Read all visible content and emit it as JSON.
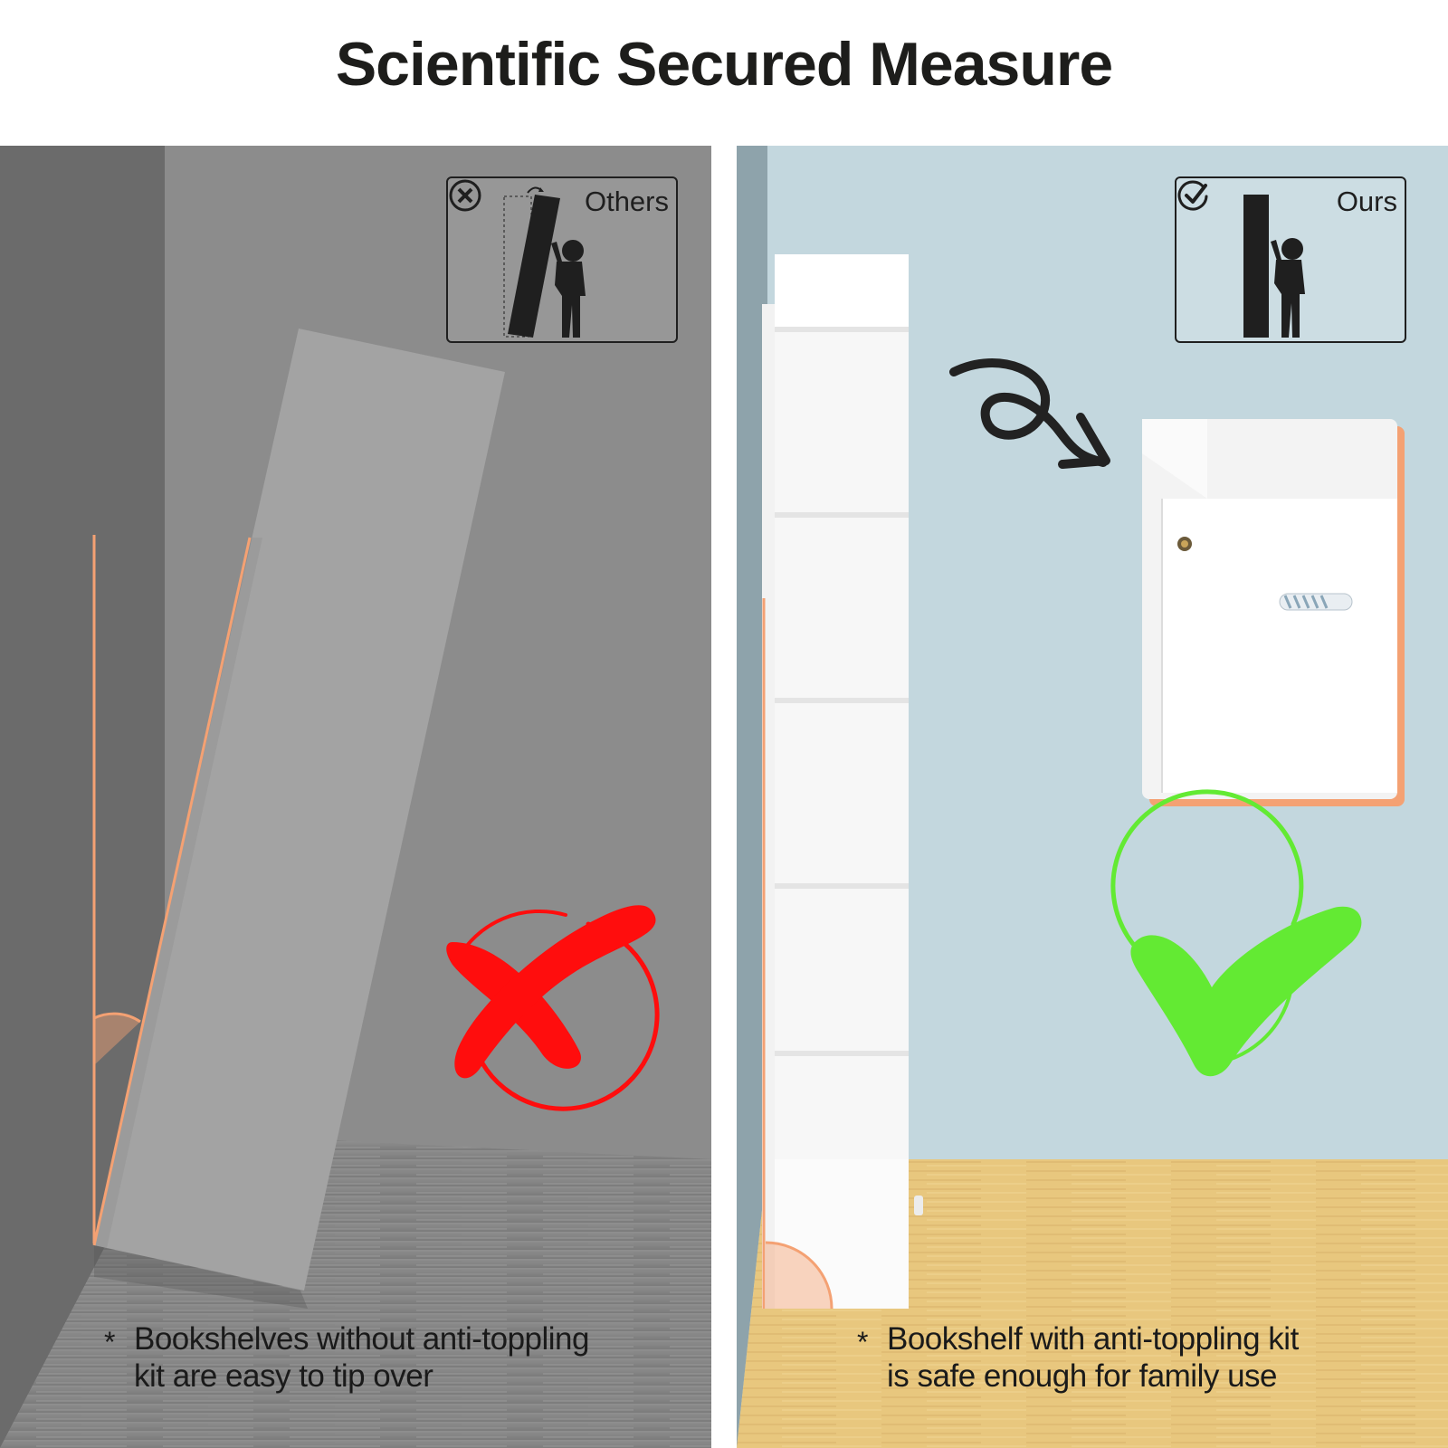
{
  "title": "Scientific Secured Measure",
  "left_panel": {
    "legend_label": "Others",
    "legend_icon": "x-circle-icon",
    "result_icon": "red-cross-icon",
    "caption_bullet": "*",
    "caption_line1": "Bookshelves without anti-toppling",
    "caption_line2": "kit are easy to tip over"
  },
  "right_panel": {
    "legend_label": "Ours",
    "legend_icon": "check-circle-icon",
    "result_icon": "green-check-icon",
    "caption_bullet": "*",
    "caption_line1": "Bookshelf with anti-toppling kit",
    "caption_line2": "is safe enough for family use"
  },
  "colors": {
    "accent_orange": "#f4a173",
    "cross_red": "#ff0d0d",
    "check_green": "#63ea33",
    "wall_grey": "#8a8a8a",
    "wall_blue": "#c3d7de",
    "floor_wood": "#e6c27a"
  }
}
